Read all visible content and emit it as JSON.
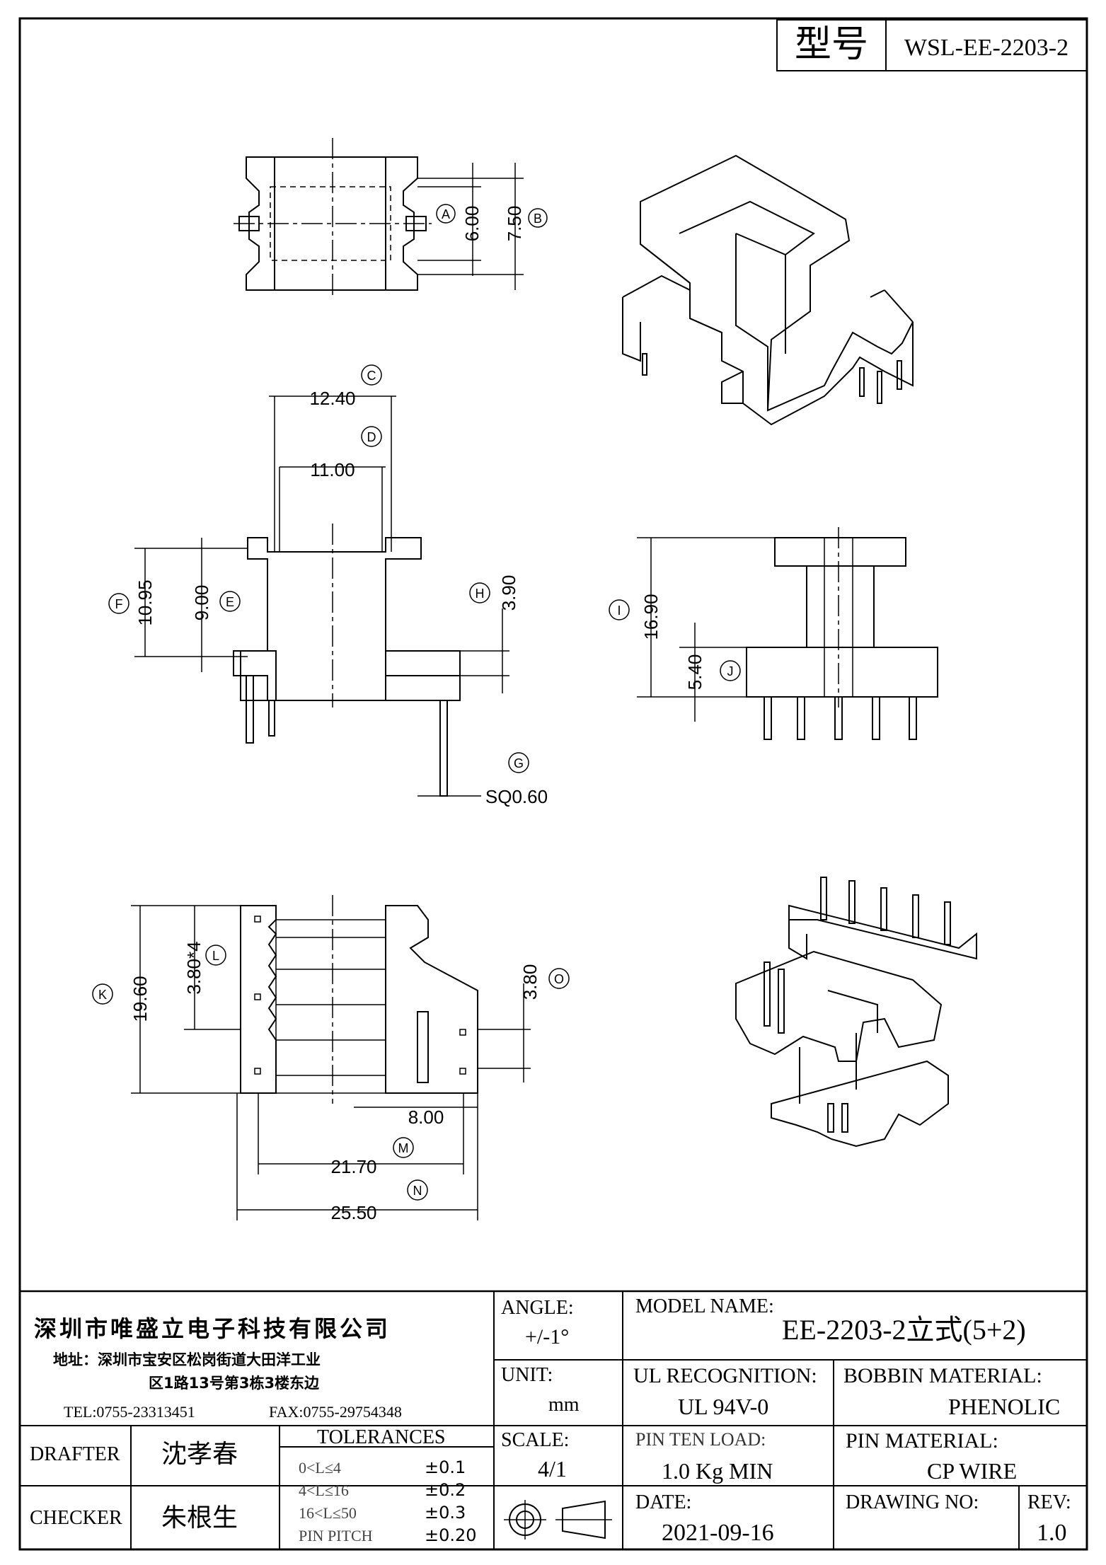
{
  "header": {
    "model_label": "型号",
    "model_code": "WSL-EE-2203-2"
  },
  "dims": {
    "A": "A",
    "B": "B",
    "C": "C",
    "D": "D",
    "E": "E",
    "F": "F",
    "G": "G",
    "H": "H",
    "I": "I",
    "J": "J",
    "K": "K",
    "L": "L",
    "M": "M",
    "N": "N",
    "O": "O",
    "a_val": "6.00",
    "b_val": "7.50",
    "c_val": "12.40",
    "d_val": "11.00",
    "e_val": "9.00",
    "f_val": "10.95",
    "g_val": "SQ0.60",
    "h_val": "3.90",
    "i_val": "16.90",
    "j_val": "5.40",
    "k_val": "19.60",
    "l_val": "3.80*4",
    "m_val": "21.70",
    "n_val": "25.50",
    "o_val": "3.80",
    "p_val": "8.00"
  },
  "company": {
    "name": "深圳市唯盛立电子科技有限公司",
    "address_1": "地址：深圳市宝安区松岗街道大田洋工业",
    "address_2": "区1路13号第3栋3楼东边",
    "tel": "TEL:0755-23313451",
    "fax": "FAX:0755-29754348"
  },
  "title_block": {
    "angle_label": "ANGLE:",
    "angle_value": "+/-1°",
    "unit_label": "UNIT:",
    "unit_value": "mm",
    "scale_label": "SCALE:",
    "scale_value": "4/1",
    "model_name_label": "MODEL NAME:",
    "model_name_value": "EE-2203-2立式(5+2)",
    "ul_label": "UL RECOGNITION:",
    "ul_value": "UL 94V-0",
    "bobbin_label": "BOBBIN MATERIAL:",
    "bobbin_value": "PHENOLIC",
    "pin_load_label": "PIN TEN LOAD:",
    "pin_load_value": "1.0 Kg MIN",
    "pin_mat_label": "PIN MATERIAL:",
    "pin_mat_value": "CP WIRE",
    "date_label": "DATE:",
    "date_value": "2021-09-16",
    "drawing_no_label": "DRAWING NO:",
    "drawing_no_value": "",
    "rev_label": "REV:",
    "rev_value": "1.0",
    "drafter_label": "DRAFTER",
    "drafter_value": "沈孝春",
    "checker_label": "CHECKER",
    "checker_value": "朱根生",
    "tolerances_label": "TOLERANCES",
    "tolerances": [
      {
        "range": "0<L≤4",
        "value": "±0.1"
      },
      {
        "range": "4<L≤16",
        "value": "±0.2"
      },
      {
        "range": "16<L≤50",
        "value": "±0.3"
      },
      {
        "range": "PIN PITCH",
        "value": "±0.20"
      }
    ]
  }
}
